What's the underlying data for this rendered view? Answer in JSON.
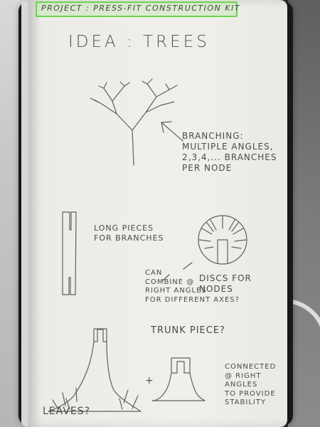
{
  "notebook": {
    "header": "PROJECT : PRESS-FIT CONSTRUCTION KIT",
    "idea_title": "IDEA : TREES",
    "notes": {
      "branching": [
        "BRANCHING:",
        "MULTIPLE ANGLES,",
        "2,3,4,... BRANCHES",
        "PER NODE"
      ],
      "long_pieces": [
        "LONG PIECES",
        "FOR BRANCHES"
      ],
      "can_combine": [
        "CAN",
        "COMBINE @",
        "RIGHT ANGLES",
        "FOR DIFFERENT AXES?"
      ],
      "discs": [
        "DISCS FOR",
        "NODES"
      ],
      "trunk": "TRUNK PIECE?",
      "connected": [
        "CONNECTED",
        "@ RIGHT",
        "ANGLES",
        "TO PROVIDE",
        "STABILITY"
      ],
      "leaves": "LEAVES?"
    },
    "plus_sign": "+"
  },
  "colors": {
    "highlighter": "#6bd64a",
    "ink": "#4a4a4a",
    "paper": "#efede8",
    "cover": "#191919"
  }
}
